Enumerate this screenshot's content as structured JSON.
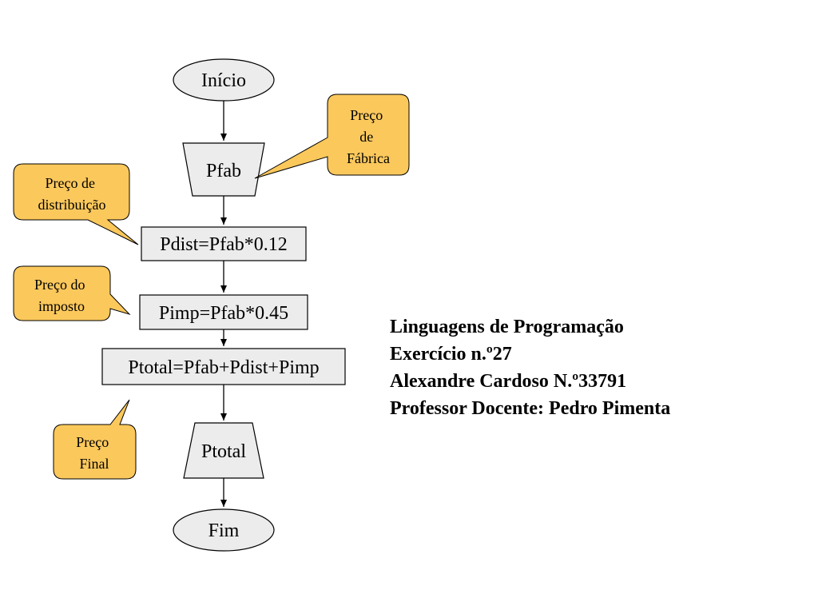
{
  "flowchart": {
    "nodes": {
      "start": "Início",
      "input": "Pfab",
      "dist": "Pdist=Pfab*0.12",
      "imp": "Pimp=Pfab*0.45",
      "total": "Ptotal=Pfab+Pdist+Pimp",
      "output": "Ptotal",
      "end": "Fim"
    },
    "callouts": {
      "factory_price": [
        "Preço",
        "de",
        "Fábrica"
      ],
      "distribution_price": [
        "Preço de",
        "distribuição"
      ],
      "tax_price": [
        "Preço do",
        "imposto"
      ],
      "final_price": [
        "Preço",
        "Final"
      ]
    }
  },
  "info": {
    "course": "Linguagens de Programação",
    "exercise": "Exercício n.º27",
    "student": "Alexandre Cardoso N.º33791",
    "teacher": "Professor Docente: Pedro Pimenta"
  },
  "colors": {
    "node_fill": "#ececec",
    "callout_fill": "#fbc85c"
  }
}
